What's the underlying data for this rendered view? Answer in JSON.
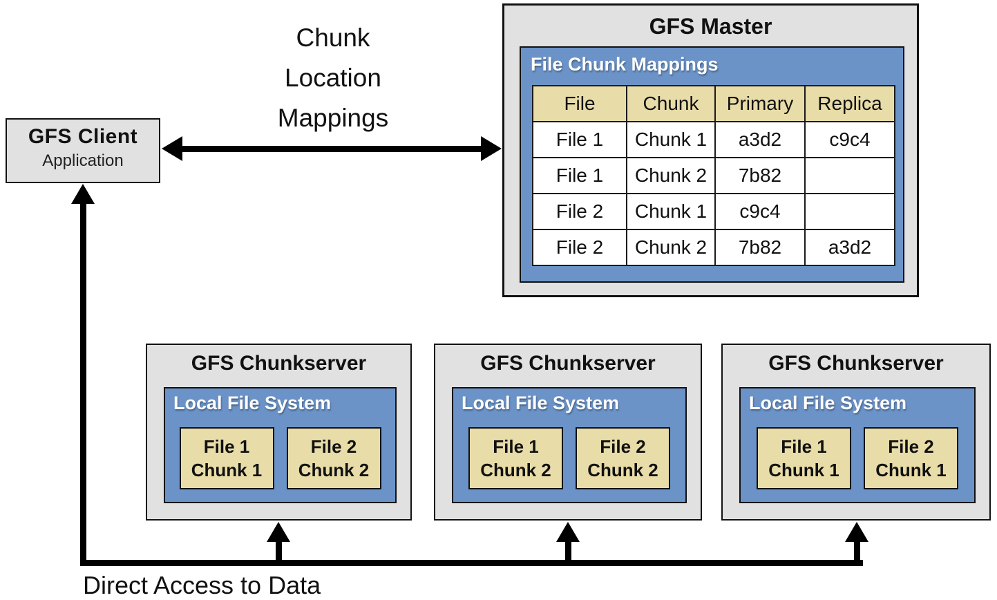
{
  "diagram": {
    "client": {
      "title": "GFS Client",
      "subtitle": "Application"
    },
    "labels": {
      "chunk_location_mappings": "Chunk\nLocation\nMappings",
      "direct_access": "Direct Access to Data"
    },
    "master": {
      "title": "GFS Master",
      "panel_label": "File Chunk Mappings",
      "table": {
        "headers": [
          "File",
          "Chunk",
          "Primary",
          "Replica"
        ],
        "rows": [
          [
            "File 1",
            "Chunk 1",
            "a3d2",
            "c9c4"
          ],
          [
            "File 1",
            "Chunk 2",
            "7b82",
            ""
          ],
          [
            "File 2",
            "Chunk 1",
            "c9c4",
            ""
          ],
          [
            "File 2",
            "Chunk 2",
            "7b82",
            "a3d2"
          ]
        ]
      }
    },
    "chunkservers": [
      {
        "title": "GFS Chunkserver",
        "panel_label": "Local File System",
        "chunks": [
          {
            "file": "File 1",
            "chunk": "Chunk 1"
          },
          {
            "file": "File 2",
            "chunk": "Chunk 2"
          }
        ]
      },
      {
        "title": "GFS Chunkserver",
        "panel_label": "Local File System",
        "chunks": [
          {
            "file": "File 1",
            "chunk": "Chunk 2"
          },
          {
            "file": "File 2",
            "chunk": "Chunk 2"
          }
        ]
      },
      {
        "title": "GFS Chunkserver",
        "panel_label": "Local File System",
        "chunks": [
          {
            "file": "File 1",
            "chunk": "Chunk 1"
          },
          {
            "file": "File 2",
            "chunk": "Chunk 1"
          }
        ]
      }
    ],
    "colors": {
      "panel_blue": "#6b93c8",
      "tan": "#e8dca8",
      "box_gray": "#e1e1e1",
      "border": "#111111",
      "arrow": "#000000"
    }
  }
}
